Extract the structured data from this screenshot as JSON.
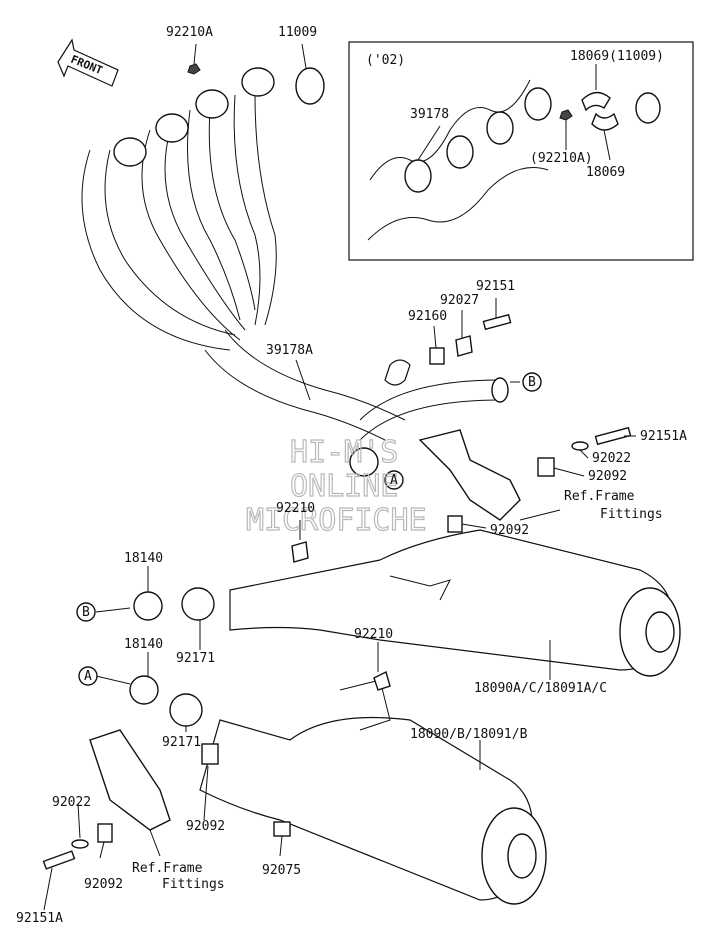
{
  "labels": {
    "front": "FRONT",
    "p92210A_top": "92210A",
    "p11009_top": "11009",
    "inset_year": "('02)",
    "inset_18069_11009": "18069(11009)",
    "inset_39178": "39178",
    "inset_92210A": "(92210A)",
    "inset_18069": "18069",
    "p92151": "92151",
    "p92027": "92027",
    "p92160": "92160",
    "p39178A": "39178A",
    "ref_B_right": "B",
    "ref_A_mid": "A",
    "p92151A_right": "92151A",
    "p92022_right": "92022",
    "p92092_right1": "92092",
    "ref_frame_right_1": "Ref.Frame",
    "ref_frame_right_2": "Fittings",
    "p92092_right2": "92092",
    "p92210_mid": "92210",
    "p18140_top": "18140",
    "ref_B_left": "B",
    "p92171_top": "92171",
    "p92210_lower": "92210",
    "p18090A": "18090A/C/18091A/C",
    "p18140_bot": "18140",
    "ref_A_left": "A",
    "p92171_bot": "92171",
    "p18090B": "18090/B/18091/B",
    "p92022_left": "92022",
    "p92092_left": "92092",
    "p92092_left2": "92092",
    "ref_frame_left_1": "Ref.Frame",
    "ref_frame_left_2": "Fittings",
    "p92075": "92075",
    "p92151A_left": "92151A"
  },
  "watermark": {
    "line1": "HI-M'S",
    "line2": "ONLINE",
    "line3": "MICROFICHE"
  }
}
